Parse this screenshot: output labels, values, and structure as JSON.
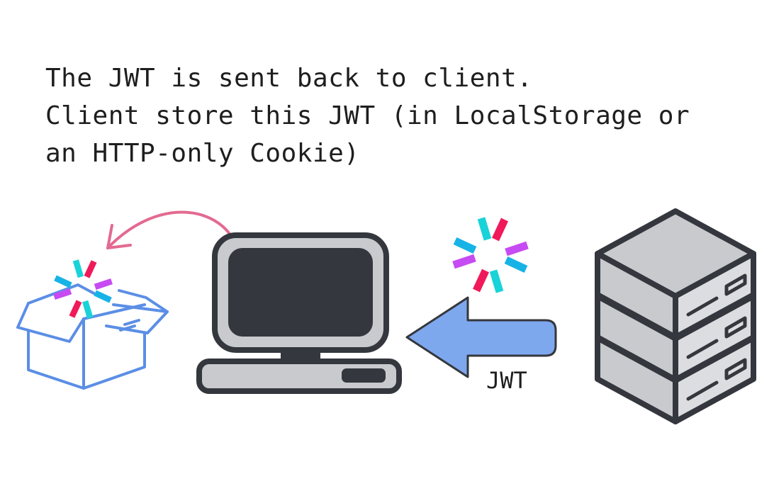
{
  "caption": {
    "line1": "The JWT is sent back to client.",
    "line2": "Client store this JWT (in LocalStorage or",
    "line3": "an HTTP-only Cookie)"
  },
  "arrow_label": "JWT",
  "colors": {
    "box": "#5b8ee6",
    "curved_arrow": "#e36a91",
    "jwt_arrow_fill": "#7ea8ee",
    "device_outline": "#34373d",
    "device_fill": "#c8cace",
    "jwt_cyan": "#19d3d8",
    "jwt_blue": "#17b3e6",
    "jwt_purple": "#c64bf2",
    "jwt_red": "#f01a5a"
  },
  "icons": [
    "open-box-icon",
    "jwt-logo-icon",
    "computer-icon",
    "server-rack-icon",
    "curved-arrow-icon",
    "left-arrow-icon"
  ]
}
